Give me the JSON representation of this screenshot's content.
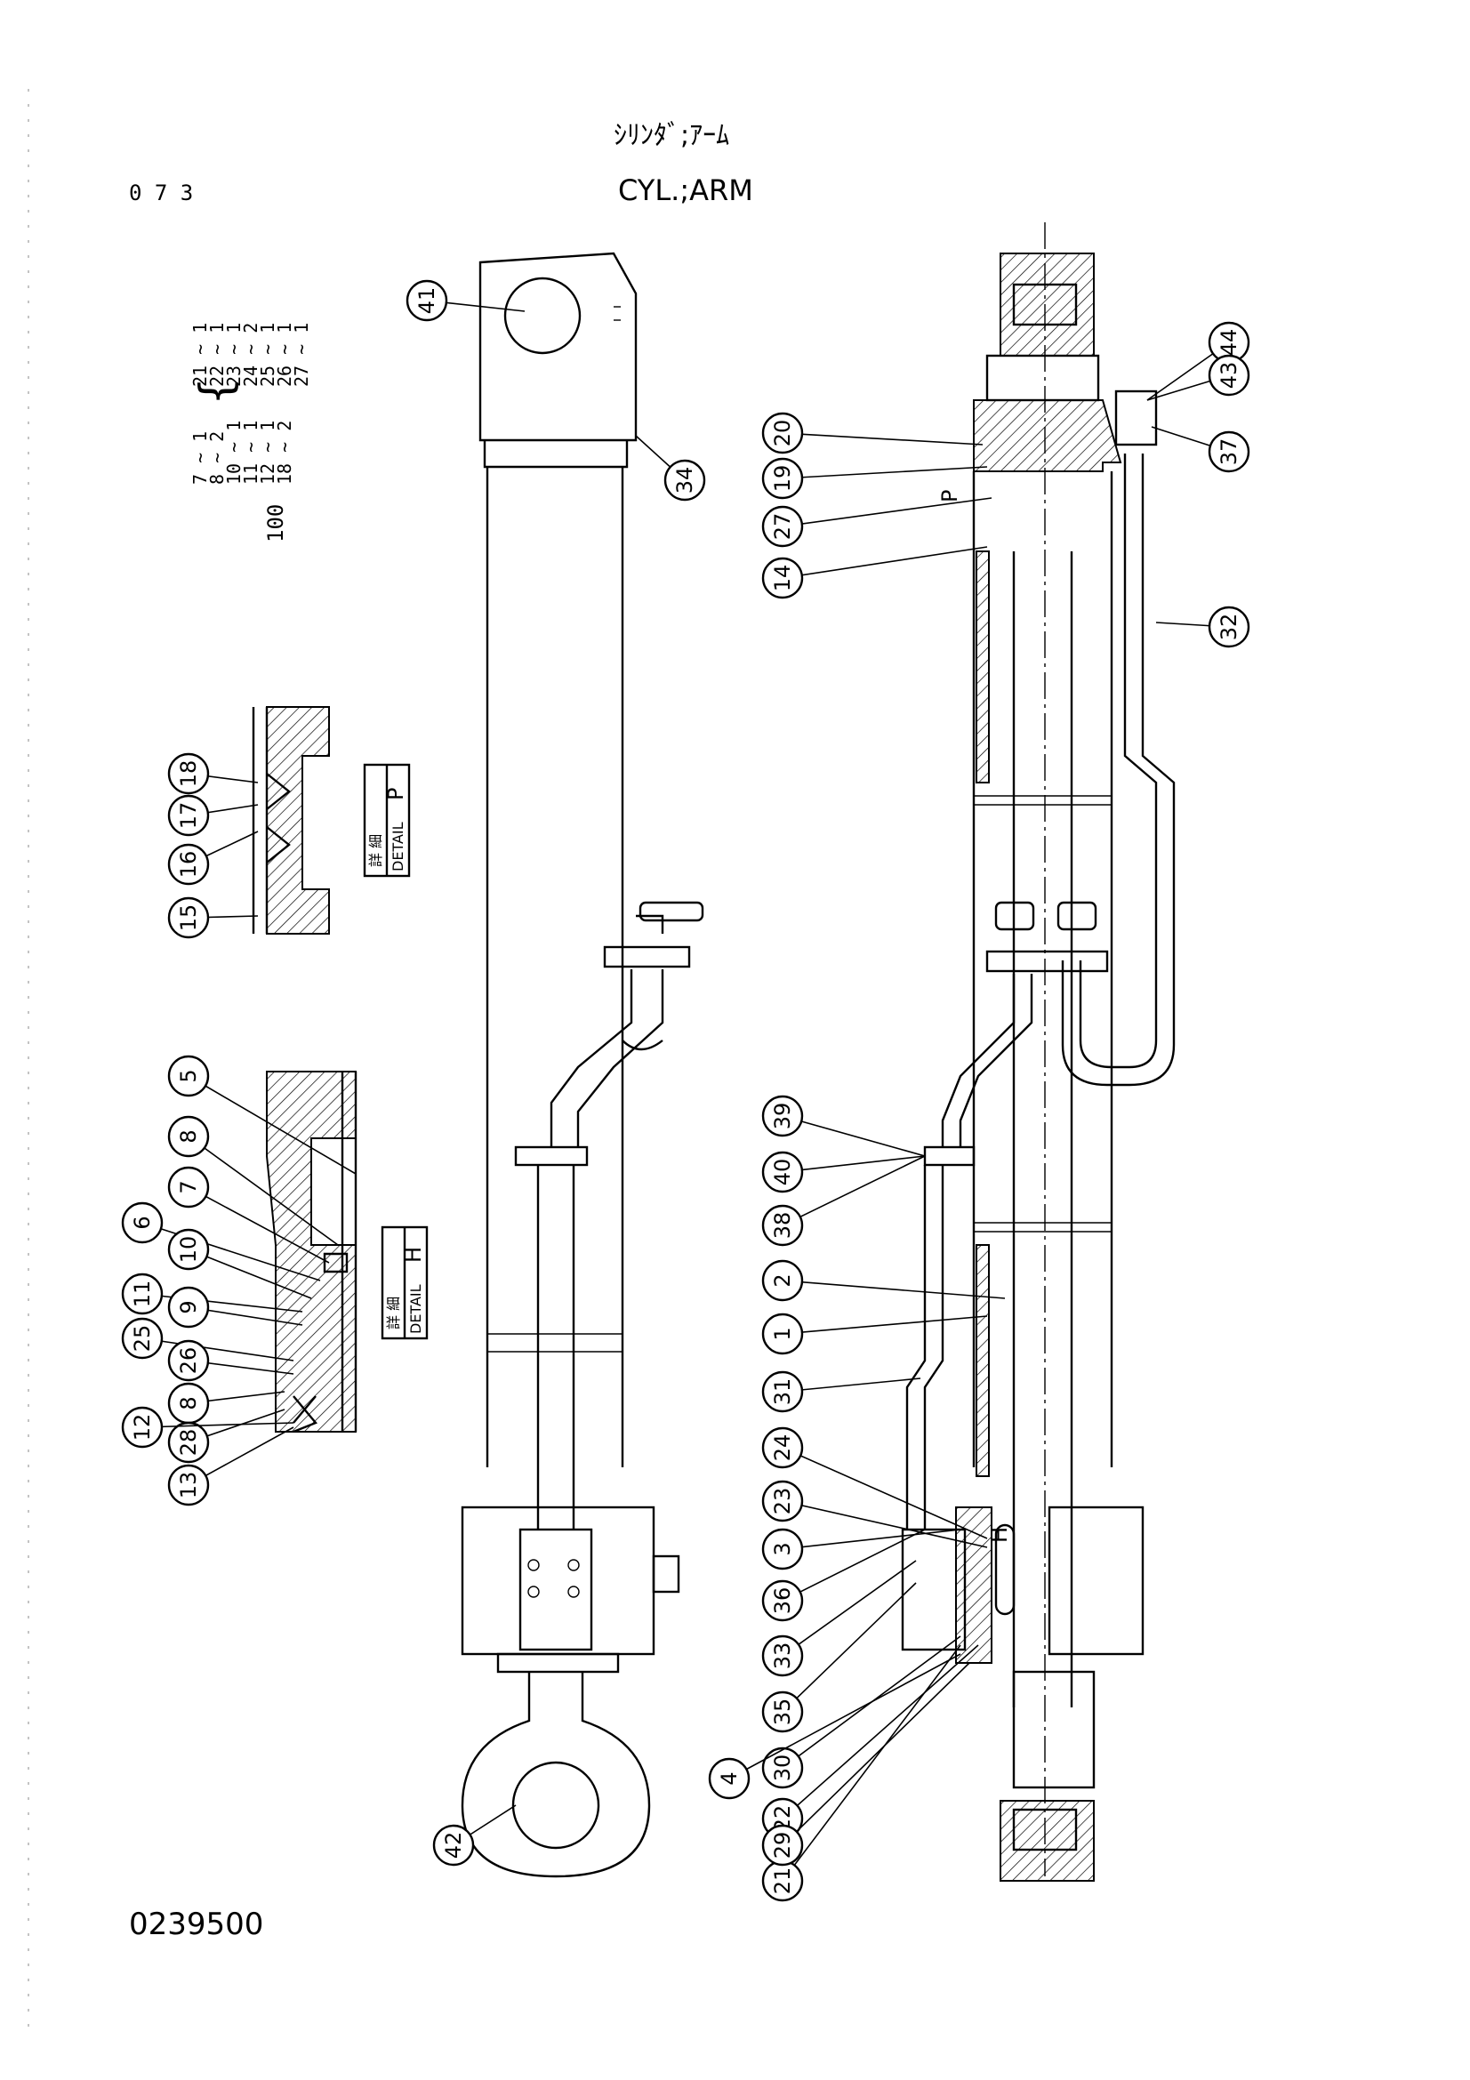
{
  "title_jp": "ｼﾘﾝﾀﾞ;ｱｰﾑ",
  "title_en": "CYL.;ARM",
  "page_number": "0 7 3",
  "drawing_number": "0239500",
  "kit": {
    "number": "100",
    "left_column": [
      "7 ~ 1",
      "8 ~ 2",
      "10 ~ 1",
      "11 ~ 1",
      "12 ~ 1",
      "18 ~ 2"
    ],
    "right_column": [
      "21 ~ 1",
      "22 ~ 1",
      "23 ~ 1",
      "24 ~ 2",
      "25 ~ 1",
      "26 ~ 1",
      "27 ~ 1"
    ]
  },
  "detail_p": {
    "jp": "詳 細",
    "en": "DETAIL",
    "letter": "P"
  },
  "detail_h": {
    "jp": "詳 細",
    "en": "DETAIL",
    "letter": "H"
  },
  "callouts": [
    "41",
    "34",
    "20",
    "19",
    "27",
    "14",
    "44",
    "43",
    "37",
    "32",
    "18",
    "17",
    "16",
    "15",
    "5",
    "8",
    "7",
    "6",
    "10",
    "11",
    "9",
    "25",
    "26",
    "8",
    "28",
    "12",
    "13",
    "39",
    "40",
    "38",
    "2",
    "1",
    "31",
    "24",
    "23",
    "3",
    "36",
    "33",
    "35",
    "30",
    "22",
    "21",
    "4",
    "29",
    "42"
  ],
  "marker_labels": {
    "p": "P",
    "h": "H"
  }
}
